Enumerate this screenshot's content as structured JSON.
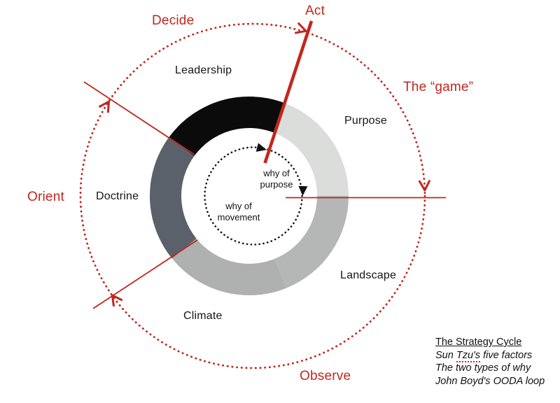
{
  "diagram_title": "The Strategy Cycle",
  "colors": {
    "red": "#c1271d",
    "black": "#111111"
  },
  "ring": {
    "segments": [
      {
        "label": "Leadership",
        "color": "#0b0b0b"
      },
      {
        "label": "Purpose",
        "color": "#dbdddb"
      },
      {
        "label": "Landscape",
        "color": "#b4b7b5"
      },
      {
        "label": "Climate",
        "color": "#aeb1af"
      },
      {
        "label": "Doctrine",
        "color": "#5a616a"
      }
    ]
  },
  "ooda": {
    "observe": "Observe",
    "orient": "Orient",
    "decide": "Decide",
    "act": "Act",
    "game": "The “game”"
  },
  "why": {
    "purpose_line1": "why of",
    "purpose_line2": "purpose",
    "movement_line1": "why of",
    "movement_line2": "movement"
  },
  "legend": {
    "title": "The Strategy Cycle",
    "line1_pre": "Sun ",
    "line1_word": "Tzu's",
    "line1_post": " five factors",
    "line2": "The two types of why",
    "line3": "John Boyd's OODA loop"
  }
}
